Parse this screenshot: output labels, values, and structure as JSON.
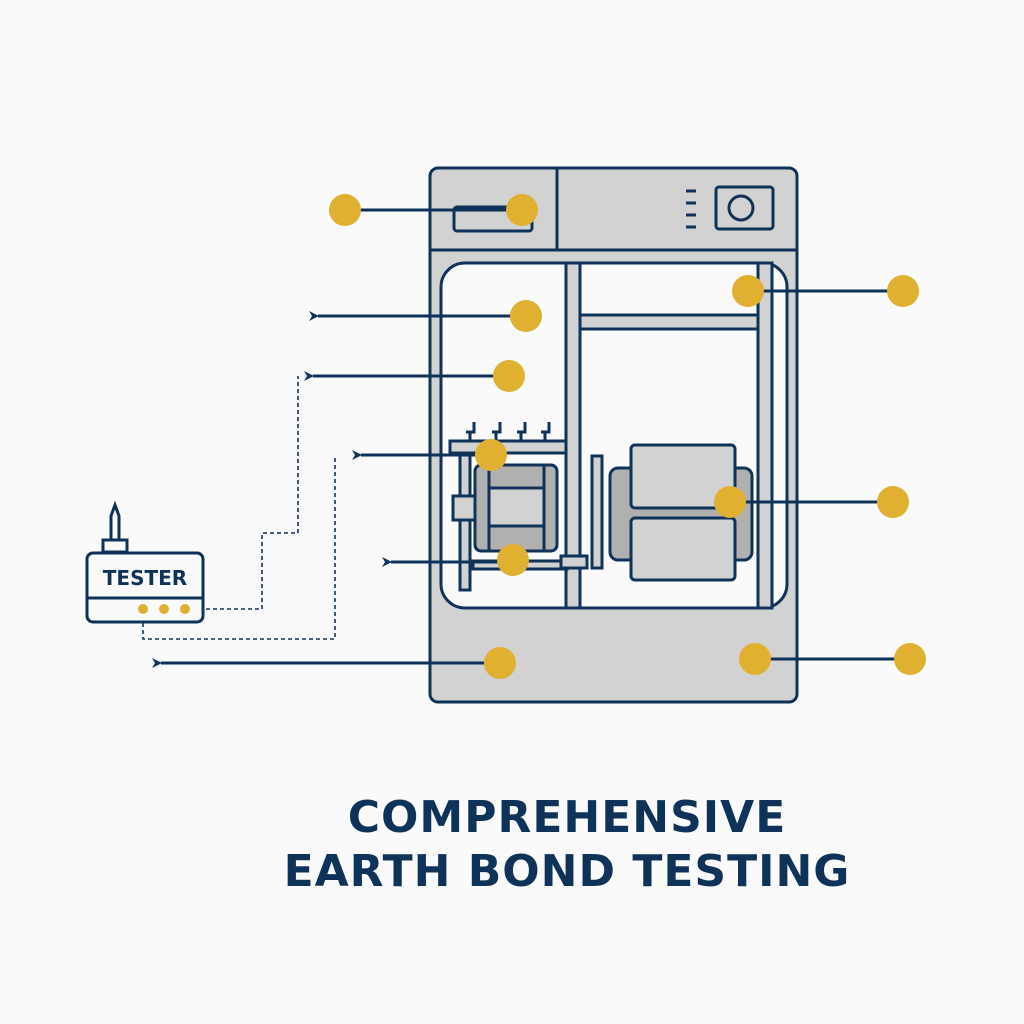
{
  "title": {
    "line1": "COMPREHENSIVE",
    "line2": "EARTH BOND TESTING"
  },
  "tester": {
    "label": "TESTER"
  },
  "colors": {
    "navy": "#0f3358",
    "gold": "#e0b030",
    "panel": "#d2d2d2",
    "dark_panel": "#b0b0b0"
  }
}
